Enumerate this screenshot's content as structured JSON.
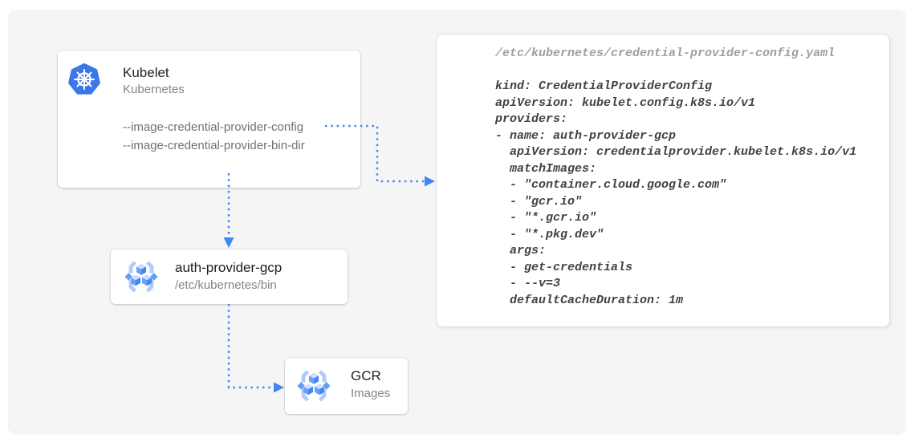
{
  "kubelet_card": {
    "title": "Kubelet",
    "subtitle": "Kubernetes",
    "flags": [
      "--image-credential-provider-config",
      "--image-credential-provider-bin-dir"
    ]
  },
  "auth_provider_card": {
    "title": "auth-provider-gcp",
    "subtitle": "/etc/kubernetes/bin"
  },
  "gcr_card": {
    "title": "GCR",
    "subtitle": "Images"
  },
  "code_panel": {
    "file_path": "/etc/kubernetes/credential-provider-config.yaml",
    "code": "kind: CredentialProviderConfig\napiVersion: kubelet.config.k8s.io/v1\nproviders:\n- name: auth-provider-gcp\n  apiVersion: credentialprovider.kubelet.k8s.io/v1\n  matchImages:\n  - \"container.cloud.google.com\"\n  - \"gcr.io\"\n  - \"*.gcr.io\"\n  - \"*.pkg.dev\"\n  args:\n  - get-credentials\n  - --v=3\n  defaultCacheDuration: 1m"
  },
  "icons": {
    "kubelet": "kubernetes-helm-icon",
    "auth_provider": "container-registry-icon",
    "gcr": "container-registry-icon"
  },
  "colors": {
    "arrow_blue": "#4285f4",
    "kubernetes_blue": "#3b77e8",
    "registry_light_blue": "#aecbfa",
    "registry_mid_blue": "#669df6",
    "board_background": "#f5f5f5",
    "card_background": "#ffffff",
    "title_text": "#202124",
    "subtitle_text": "#80868b",
    "code_text": "#424242",
    "code_path_text": "#9aa0a6"
  }
}
